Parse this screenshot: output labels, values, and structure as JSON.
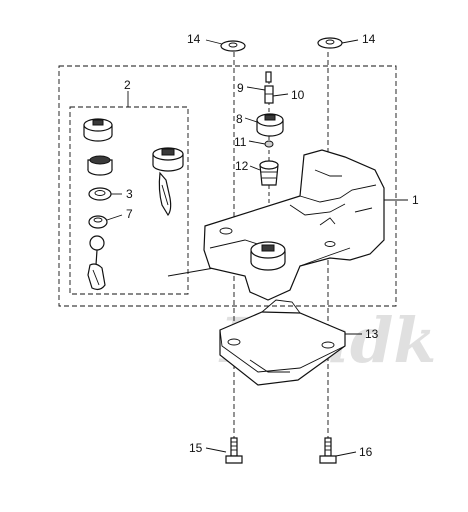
{
  "watermark": "Dyadk",
  "callouts": {
    "c1": "1",
    "c2": "2",
    "c3": "3",
    "c7": "7",
    "c8": "8",
    "c9": "9",
    "c10": "10",
    "c11": "11",
    "c12": "12",
    "c13": "13",
    "c14a": "14",
    "c14b": "14",
    "c15": "15",
    "c16": "16"
  }
}
